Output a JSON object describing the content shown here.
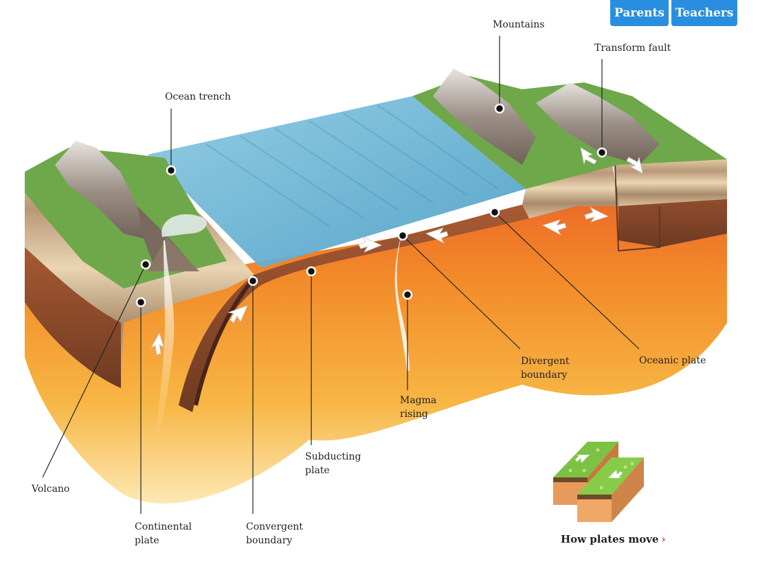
{
  "buttons": {
    "parents": "Parents",
    "teachers": "Teachers"
  },
  "labels": {
    "mountains": "Mountains",
    "transform_fault": "Transform fault",
    "ocean_trench": "Ocean trench",
    "divergent_boundary": [
      "Divergent",
      "boundary"
    ],
    "oceanic_plate": "Oceanic plate",
    "magma_rising": [
      "Magma",
      "rising"
    ],
    "subducting_plate": [
      "Subducting",
      "plate"
    ],
    "volcano": "Volcano",
    "continental_plate": [
      "Continental",
      "plate"
    ],
    "convergent_boundary": [
      "Convergent",
      "boundary"
    ]
  },
  "how_plates_move": {
    "label": "How plates move",
    "chevron": "›"
  },
  "colors": {
    "button_blue": "#2a8ee0",
    "ocean": "#6fb6d6",
    "mantle_orange": "#f39a2a",
    "crust_brown": "#8a4a2a",
    "grass_green": "#6fa84a",
    "chevron_red": "#d3303a"
  }
}
